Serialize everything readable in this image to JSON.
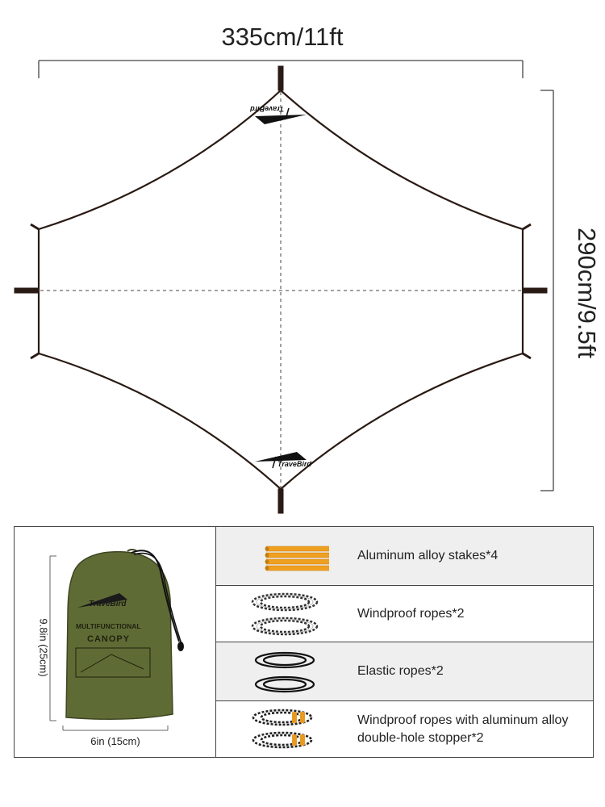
{
  "dimensions": {
    "width_label": "335cm/11ft",
    "height_label": "290cm/9.5ft"
  },
  "brand": {
    "logo_text": "TraveBird"
  },
  "bag": {
    "height_label": "9.8in (25cm)",
    "width_label": "6in (15cm)",
    "print_line1": "MULTIFUNCTIONAL",
    "print_line2": "CANOPY",
    "color": "#5f6b34"
  },
  "items": [
    {
      "label": "Aluminum alloy stakes*4",
      "icon": "stakes-icon"
    },
    {
      "label": "Windproof ropes*2",
      "icon": "reflective-rope-icon"
    },
    {
      "label": "Elastic ropes*2",
      "icon": "elastic-rope-icon"
    },
    {
      "label": "Windproof ropes with aluminum alloy double-hole stopper*2",
      "icon": "rope-with-stopper-icon"
    }
  ],
  "colors": {
    "outline": "#2a1a14",
    "stake": "#f0a020",
    "row_alt": "#efefef"
  }
}
